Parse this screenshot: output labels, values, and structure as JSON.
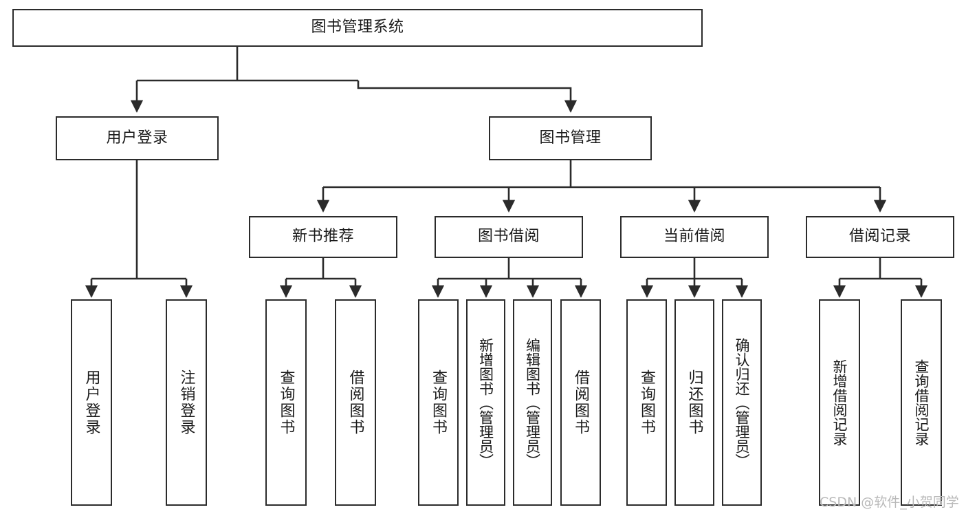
{
  "diagram": {
    "title": "图书管理系统",
    "type": "tree-hierarchy-chart",
    "watermark": "CSDN @软件_小贺同学",
    "colors": {
      "stroke": "#2b2b2b",
      "fill": "#ffffff",
      "text": "#1a1a1a",
      "watermark": "#b9b9b9"
    },
    "root": {
      "label": "图书管理系统"
    },
    "level2": [
      {
        "label": "用户登录"
      },
      {
        "label": "图书管理"
      }
    ],
    "level3": [
      {
        "label": "新书推荐"
      },
      {
        "label": "图书借阅"
      },
      {
        "label": "当前借阅"
      },
      {
        "label": "借阅记录"
      }
    ],
    "leaves": {
      "user_login": [
        {
          "label": "用户登录"
        },
        {
          "label": "注销登录"
        }
      ],
      "new_book_recommend": [
        {
          "label": "查询图书"
        },
        {
          "label": "借阅图书"
        }
      ],
      "book_borrow": [
        {
          "label": "查询图书"
        },
        {
          "label": "新增图书（管理员）"
        },
        {
          "label": "编辑图书（管理员）"
        },
        {
          "label": "借阅图书"
        }
      ],
      "current_borrow": [
        {
          "label": "查询图书"
        },
        {
          "label": "归还图书"
        },
        {
          "label": "确认归还（管理员）"
        }
      ],
      "borrow_record": [
        {
          "label": "新增借阅记录"
        },
        {
          "label": "查询借阅记录"
        }
      ]
    }
  }
}
